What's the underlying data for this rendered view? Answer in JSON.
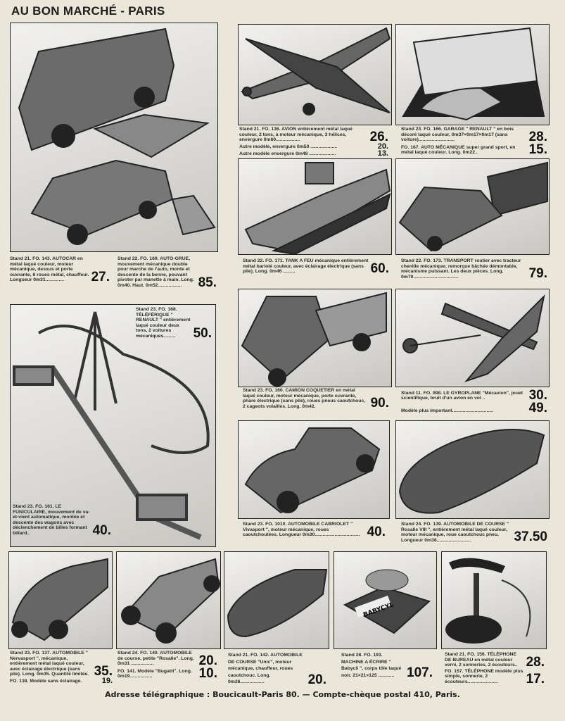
{
  "header": {
    "title": "AU BON MARCHÉ - PARIS"
  },
  "products": {
    "autocar": {
      "text": "Stand 21. FO. 143. AUTOCAR en métal laqué couleur, moteur mécanique, dessus et porte ouvrante, 6 roues métal, chauffeur. Longueur 0m31..............",
      "price": "27."
    },
    "autogrue": {
      "text": "Stand 22. FO. 169. AUTO-GRUE, mouvement mécanique double pour marche de l'auto, monte et descente de la benne, pouvant pivoter par manette à main. Long. 0m40. Haut. 0m52..................",
      "price": "85."
    },
    "avion": {
      "text": "Stand 21. FO. 136. AVION entièrement métal laqué couleur, 2 tons, à moteur mécanique, 3 hélices, envergure 0m60..................",
      "price": "26."
    },
    "avion2": {
      "text": "Autre modèle, envergure 0m50 ....................",
      "price": "20."
    },
    "avion3": {
      "text": "Autre modèle envergure 0m48 ....................",
      "price": "13."
    },
    "garage": {
      "text": "Stand 23. FO. 166. GARAGE \" RENAULT \" en bois décoré laqué couleur, 0m37×0m17×0m17 (sans voiture)...........................",
      "price": "28."
    },
    "automeca": {
      "text": "FO. 167. AUTO MÉCANIQUE super grand sport, en métal laqué couleur. Long. 0m22..",
      "price": "15."
    },
    "tank": {
      "text": "Stand 22. FO. 171. TANK A FEU mécanique entièrement métal bariolé couleur, avec éclairage électrique (sans pile). Long. 0m46 .........",
      "price": "60."
    },
    "transport": {
      "text": "Stand 22. FO. 173. TRANSPORT routier avec tracteur chenille mécanique; remorque bâchée démontable, mécanisme puissant. Les deux pièces. Long. 0m70..................................",
      "price": "79."
    },
    "telepherique": {
      "text": "Stand 23. FO. 168. TÉLÉFÉRIQUE \" RENAULT \" entièrement laqué couleur deux tons, 2 voitures mécaniques.........",
      "price": "50."
    },
    "funiculaire": {
      "text": "Stand 23. FO. 161. LE FUNICULAIRE, mouvement de va-et-vient automatique, montée et descente des wagons avec déclenchement de billes formant billard..",
      "price": "40."
    },
    "camion": {
      "text": "Stand 23. FO. 160. CAMION COQUETIER en métal laqué couleur, moteur mécanique, porte ouvrante, phare électrique (sans pile), roues pneus caoutchouc, 2 cageots volailles. Long. 0m42.",
      "price": "90."
    },
    "gyroplane": {
      "text": "Stand 11. FO. 998. LE GYROPLANE \"Mécavion\", jouet scientifique, bruit d'un avion en vol ..",
      "price": "30."
    },
    "gyroplane2": {
      "text": "Modèle plus important...............................",
      "price": "49."
    },
    "cabriolet": {
      "text": "Stand 23. FO. 1010. AUTOMOBILE CABRIOLET \" Vivasport \", moteur mécanique, roues caoutchoutées. Longueur 0m30..................................",
      "price": "40."
    },
    "course": {
      "text": "Stand 24. FO. 139. AUTOMOBILE DE COURSE \" Rosalie VIII \", entièrement métal laqué couleur, moteur mécanique, roue caoutchouc pneu. Longueur 0m38..........................",
      "price": "37.50"
    },
    "nervasport": {
      "text": "Stand 23. FO. 137. AUTOMOBILE \" Nervasport \", mécanique, entièrement métal laqué couleur, avec éclairage électrique (sans pile). Long. 0m35. Quantité limitée.",
      "price": "35."
    },
    "nervasport2": {
      "text": "FO. 138. Modèle sans éclairage.",
      "price": "19."
    },
    "rosalie": {
      "text": "Stand 24. FO. 140. AUTOMOBILE de course, petite \"Rosalie\". Long. 0m31 .................",
      "price": "20."
    },
    "bugatti": {
      "text": "FO. 141. Modèle \"Bugatti\". Long. 0m19.................",
      "price": "10."
    },
    "unic": {
      "text": "Stand 21. FO. 142. AUTOMOBILE DE COURSE \"Unic\", moteur mécanique, chauffeur, roues caoutchouc. Long. 0m26..................",
      "price": "20."
    },
    "machine": {
      "text": "Stand 28. FO. 193. MACHINE A ÉCRIRE \" Babycil \", corps tôle laqué noir. 21×21×125 ............",
      "price": "107."
    },
    "telephone": {
      "text": "Stand 21. FO. 156. TÉLÉPHONE DE BUREAU en métal couleur verni, 2 sonneries, 2 écouteurs..",
      "price": "28."
    },
    "telephone2": {
      "text": "FO. 157. TÉLÉPHONE modèle plus simple, sonnerie, 2 écouteurs.......................",
      "price": "17."
    }
  },
  "illustrations": {
    "typewriter_label": "BABYCYL"
  },
  "footer": {
    "text": "Adresse télégraphique : Boucicault-Paris 80. — Compte-chèque postal 410, Paris."
  }
}
